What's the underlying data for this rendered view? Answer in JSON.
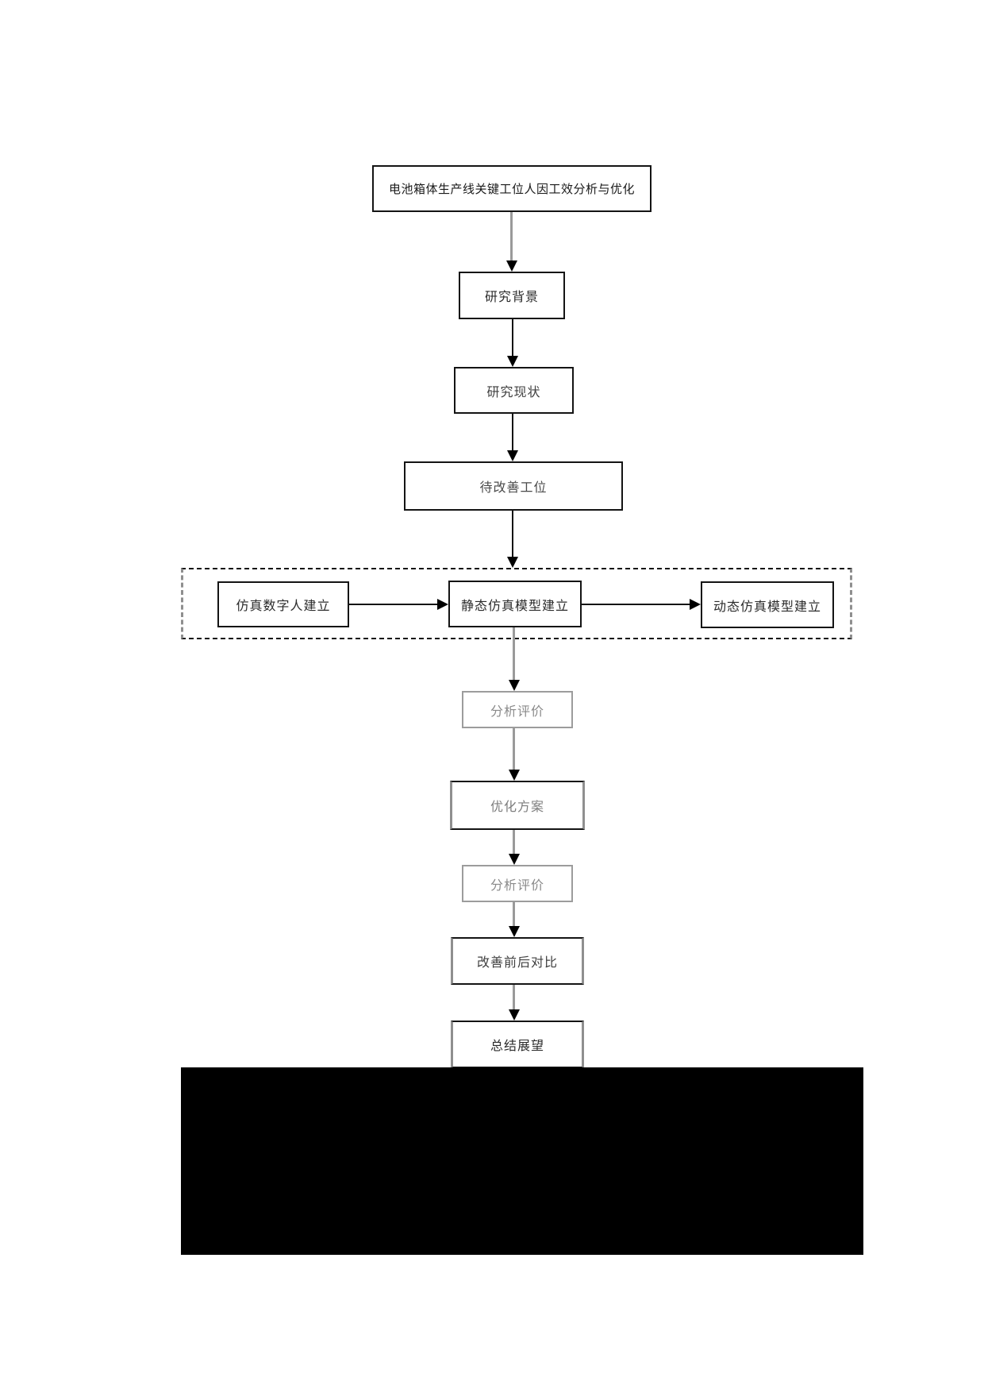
{
  "flowchart": {
    "nodes": {
      "title": "电池箱体生产线关键工位人因工效分析与优化",
      "research_background": "研究背景",
      "research_status": "研究现状",
      "station_to_improve": "待改善工位",
      "digital_human": "仿真数字人建立",
      "static_model": "静态仿真模型建立",
      "dynamic_model": "动态仿真模型建立",
      "analysis_eval_1": "分析评价",
      "optimization_plan": "优化方案",
      "analysis_eval_2": "分析评价",
      "before_after_comparison": "改善前后对比",
      "summary_outlook": "总结展望"
    },
    "edges": [
      {
        "from": "title",
        "to": "research_background"
      },
      {
        "from": "research_background",
        "to": "research_status"
      },
      {
        "from": "research_status",
        "to": "station_to_improve"
      },
      {
        "from": "station_to_improve",
        "to": "simulation_group"
      },
      {
        "from": "digital_human",
        "to": "static_model"
      },
      {
        "from": "static_model",
        "to": "dynamic_model"
      },
      {
        "from": "static_model",
        "to": "analysis_eval_1"
      },
      {
        "from": "analysis_eval_1",
        "to": "optimization_plan"
      },
      {
        "from": "optimization_plan",
        "to": "analysis_eval_2"
      },
      {
        "from": "analysis_eval_2",
        "to": "before_after_comparison"
      },
      {
        "from": "before_after_comparison",
        "to": "summary_outlook"
      }
    ],
    "colors": {
      "background": "#ffffff",
      "box_border_black": "#141414",
      "box_border_gray": "#9c9c9c",
      "connector_gray": "#9a9a9a",
      "connector_black": "#141414",
      "arrowhead": "#000000",
      "gray_text": "#8a8a8a",
      "redaction_block": "#000000"
    }
  }
}
